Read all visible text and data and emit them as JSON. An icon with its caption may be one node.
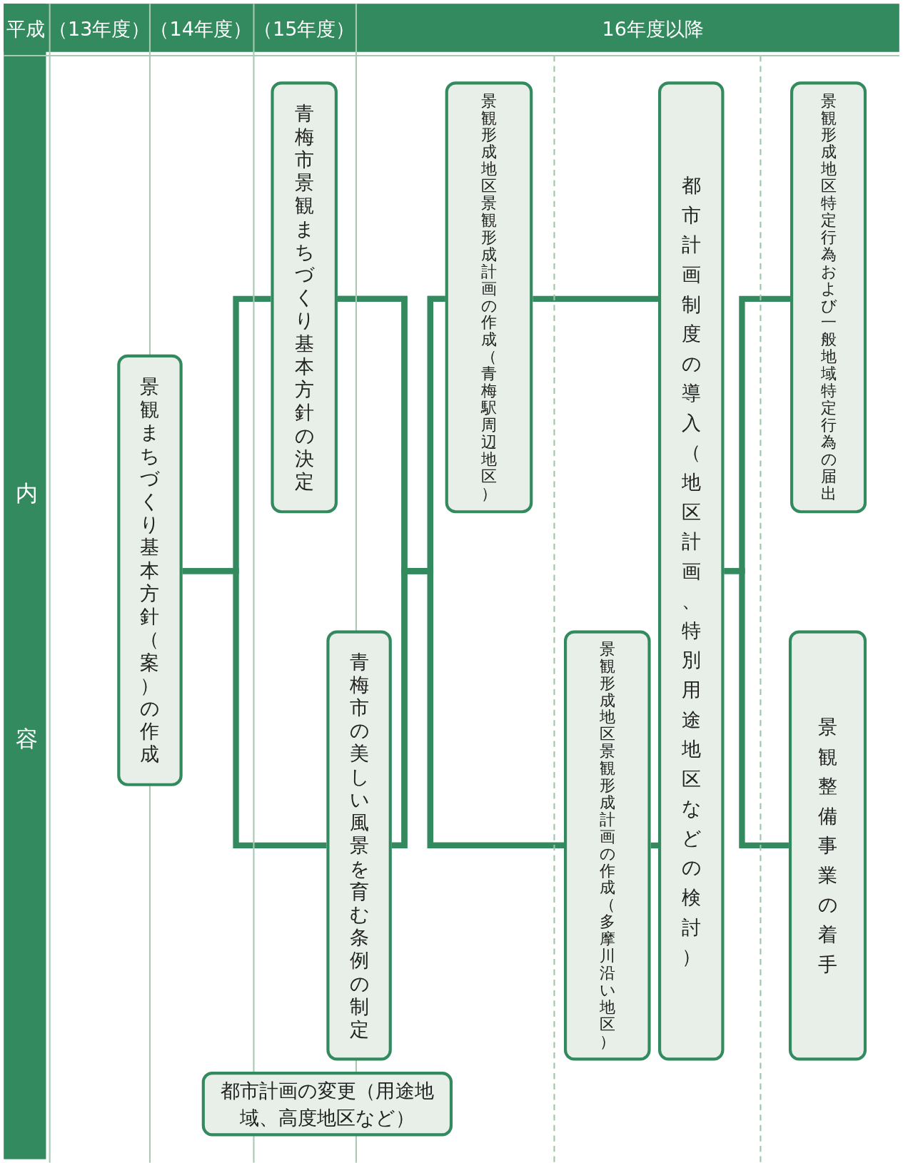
{
  "diagram": {
    "nodes": [
      {
        "text": [
          "景観まちづくり基本方針（案）の作成"
        ]
      },
      {
        "text": [
          "青梅市景観まちづくり基本方針の決定"
        ]
      },
      {
        "text": [
          "青梅市の美しい風景を育む条例の制定"
        ]
      },
      {
        "text": [
          "都市計画の変更（用途地域、高度地区など）"
        ]
      },
      {
        "text": [
          "景観形成地区景観形成計画の作成（青梅駅周辺地区）"
        ]
      },
      {
        "text": [
          "景観形成地区景観形成計画の作成（多摩川沿い地区）"
        ]
      },
      {
        "text": [
          "都市計画制度の導入（地区計画、特別用途地区などの検討）"
        ]
      },
      {
        "text": [
          "景観形成地区特定行為および一般地域特定行為の届出"
        ]
      },
      {
        "text": [
          "景観整備事業の着手"
        ]
      }
    ],
    "edges": [
      {
        "from": 0,
        "to": 1,
        "arrow": "none"
      },
      {
        "from": 0,
        "to": 2,
        "arrow": "none"
      },
      {
        "from": 1,
        "to": 4,
        "arrow": "none"
      },
      {
        "from": 1,
        "to": 5,
        "arrow": "none"
      },
      {
        "from": 2,
        "to": 4,
        "arrow": "none"
      },
      {
        "from": 2,
        "to": 5,
        "arrow": "none"
      },
      {
        "from": 4,
        "to": 6,
        "arrow": "none"
      },
      {
        "from": 5,
        "to": 6,
        "arrow": "none"
      },
      {
        "from": 6,
        "to": 7,
        "arrow": "none"
      },
      {
        "from": 6,
        "to": 8,
        "arrow": "none"
      }
    ],
    "labels": [
      "平成",
      "（13年度）",
      "（14年度）",
      "（15年度）",
      "16年度以降",
      "内容"
    ]
  }
}
